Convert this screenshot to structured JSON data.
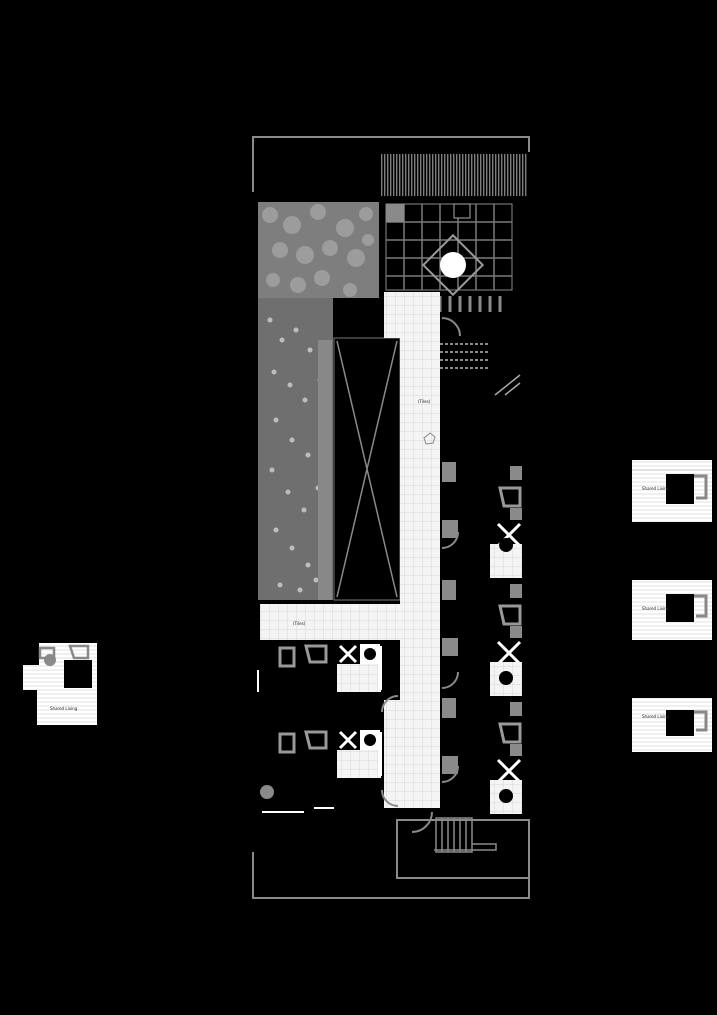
{
  "floorplan": {
    "labels": {
      "corridor_main": "(Tiles)",
      "corridor_cross": "(Tiles)",
      "unit_label": "Shared Living"
    },
    "colors": {
      "background": "#000000",
      "wall": "#ffffff",
      "floor_tile": "#f4f4f4",
      "tile_line": "#bdbdbd",
      "planting": "#8a8a8a",
      "furniture": "#9a9a9a",
      "outline": "#7a7a7a"
    },
    "icons": [
      "tree-canopy-icon",
      "round-table-icon",
      "door-swing-icon",
      "bed-icon",
      "chair-icon",
      "toilet-icon",
      "stair-icon"
    ]
  }
}
